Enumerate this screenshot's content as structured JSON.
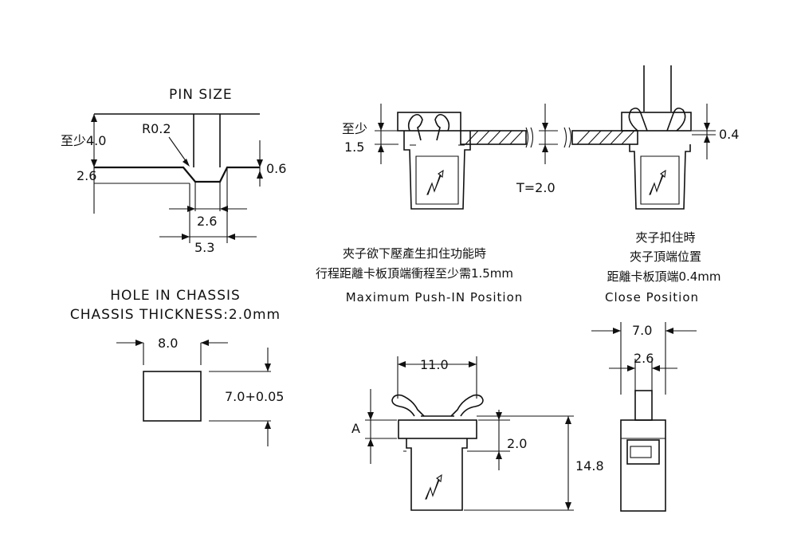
{
  "pin_size": {
    "title": "PIN SIZE",
    "dims": {
      "min_label": "至少4.0",
      "radius": "R0.2",
      "left_height": "2.6",
      "right_height": "0.6",
      "tip_width": "2.6",
      "base_width": "5.3"
    }
  },
  "push_in": {
    "dims": {
      "min_label": "至少",
      "min_value": "1.5",
      "thickness": "T=2.0"
    },
    "caption_lines": [
      "夾子欲下壓產生扣住功能時",
      "行程距離卡板頂端衝程至少需1.5mm"
    ],
    "caption_en": "Maximum Push-IN Position"
  },
  "close": {
    "dims": {
      "gap": "0.4"
    },
    "caption_lines": [
      "夾子扣住時",
      "夾子頂端位置",
      "距離卡板頂端0.4mm"
    ],
    "caption_en": "Close Position"
  },
  "hole": {
    "title_line1": "HOLE IN CHASSIS",
    "title_line2": "CHASSIS THICKNESS:2.0mm",
    "dims": {
      "width": "8.0",
      "height": "7.0+0.05"
    }
  },
  "front_view": {
    "dims": {
      "span": "11.0",
      "a_label": "A",
      "step": "2.0",
      "height": "14.8"
    }
  },
  "side_view": {
    "dims": {
      "outer": "7.0",
      "inner": "2.6"
    }
  }
}
